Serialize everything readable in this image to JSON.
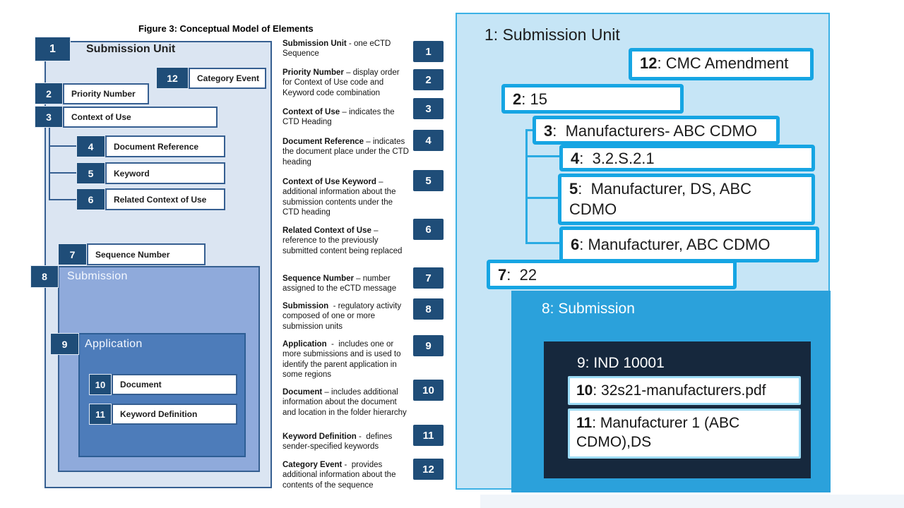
{
  "figure_title": "Figure 3: Conceptual Model of Elements",
  "colors": {
    "navy_chip": "#1f4d78",
    "diagram_border": "#365f91",
    "diagram_fill_light": "#dbe5f2",
    "submission_fill": "#8faadb",
    "application_fill": "#4d7cba",
    "cyan_accent": "#16a5e3",
    "panel_fill": "#c6e5f6",
    "panel_submission_fill": "#2ba1db",
    "panel_application_fill": "#16283d"
  },
  "diagram": {
    "elements": [
      {
        "num": "1",
        "label": "Submission Unit"
      },
      {
        "num": "2",
        "label": "Priority Number"
      },
      {
        "num": "3",
        "label": "Context of Use"
      },
      {
        "num": "4",
        "label": "Document Reference"
      },
      {
        "num": "5",
        "label": "Keyword"
      },
      {
        "num": "6",
        "label": "Related Context of Use"
      },
      {
        "num": "7",
        "label": "Sequence Number"
      },
      {
        "num": "8",
        "label": "Submission"
      },
      {
        "num": "9",
        "label": "Application"
      },
      {
        "num": "10",
        "label": "Document"
      },
      {
        "num": "11",
        "label": "Keyword Definition"
      },
      {
        "num": "12",
        "label": "Category Event"
      }
    ]
  },
  "descriptions": [
    {
      "num": "1",
      "term": "Submission Unit",
      "rest": " - one eCTD Sequence"
    },
    {
      "num": "2",
      "term": "Priority Number",
      "rest": " – display order for Context of Use code and Keyword code combination"
    },
    {
      "num": "3",
      "term": "Context of Use",
      "rest": " – indicates the CTD Heading"
    },
    {
      "num": "4",
      "term": "Document Reference",
      "rest": " – indicates the document place under the CTD heading"
    },
    {
      "num": "5",
      "term": "Context of Use Keyword",
      "rest": " – additional information about the submission contents under the CTD heading"
    },
    {
      "num": "6",
      "term": "Related Context of Use",
      "rest": " – reference to the previously submitted content being replaced"
    },
    {
      "num": "7",
      "term": "Sequence Number",
      "rest": " – number assigned to the eCTD message"
    },
    {
      "num": "8",
      "term": "Submission",
      "rest": "  - regulatory activity composed of one or more submission units"
    },
    {
      "num": "9",
      "term": "Application",
      "rest": "  -  includes one or more submissions and is used to identify the parent application in some regions"
    },
    {
      "num": "10",
      "term": "Document",
      "rest": " – includes additional information about the document and location in the folder hierarchy"
    },
    {
      "num": "11",
      "term": "Keyword Definition",
      "rest": " -  defines sender-specified keywords"
    },
    {
      "num": "12",
      "term": "Category Event",
      "rest": " -  provides additional information about the contents of the sequence"
    }
  ],
  "example": {
    "header": "1: Submission Unit",
    "submission_label": "8: Submission",
    "application_label": "9: IND 10001",
    "boxes": {
      "b12": {
        "bold": "12",
        "rest": ": CMC Amendment"
      },
      "b2": {
        "bold": "2",
        "rest": ": 15"
      },
      "b3": {
        "bold": "3",
        "rest": ":  Manufacturers- ABC CDMO"
      },
      "b4": {
        "bold": "4",
        "rest": ":  3.2.S.2.1"
      },
      "b5": {
        "bold": "5",
        "rest": ":  Manufacturer, DS, ABC\nCDMO"
      },
      "b6": {
        "bold": "6",
        "rest": ": Manufacturer, ABC CDMO"
      },
      "b7": {
        "bold": "7",
        "rest": ":  22"
      },
      "b10": {
        "bold": "10",
        "rest": ": 32s21-manufacturers.pdf"
      },
      "b11": {
        "bold": "11",
        "rest": ": Manufacturer 1 (ABC\nCDMO),DS"
      }
    }
  }
}
